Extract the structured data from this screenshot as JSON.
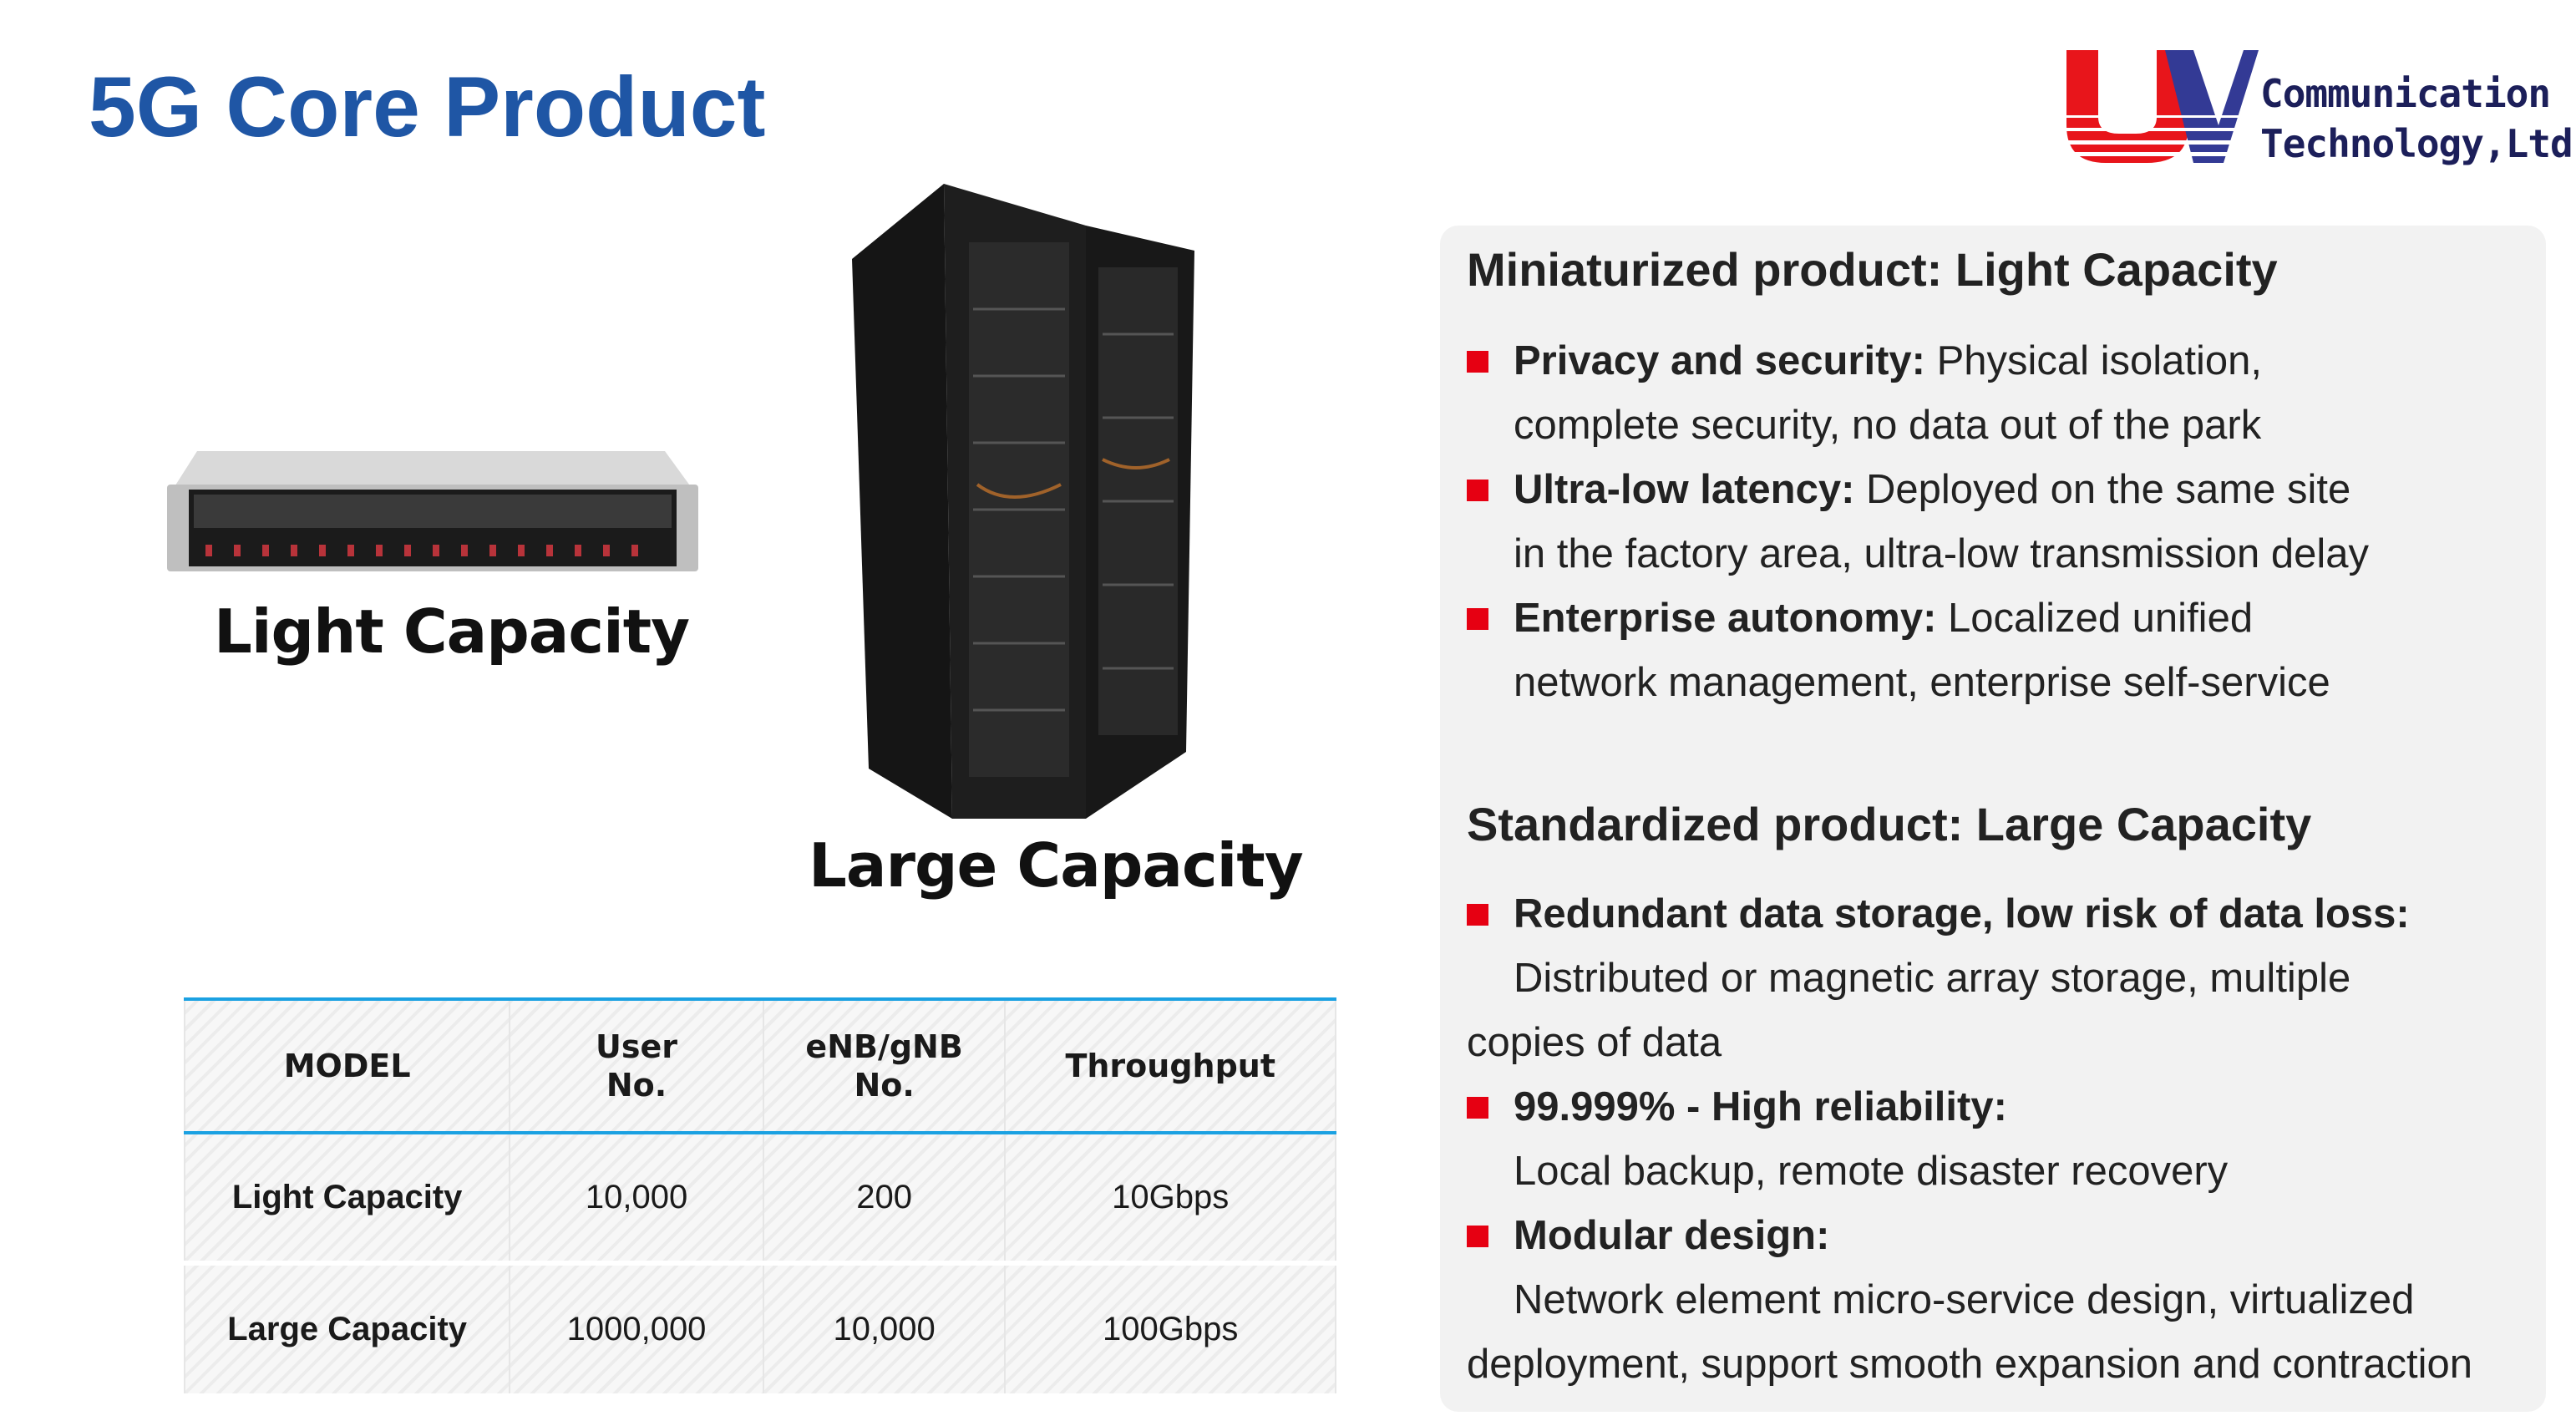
{
  "title": "5G Core Product",
  "logo": {
    "text_line1": "Communication",
    "text_line2": "Technology,Ltd.",
    "mark": "UV"
  },
  "products": {
    "light_label": "Light Capacity",
    "large_label": "Large Capacity"
  },
  "table": {
    "headers": [
      "MODEL",
      "User No.",
      "eNB/gNB No.",
      "Throughput"
    ],
    "rows": [
      [
        "Light Capacity",
        "10,000",
        "200",
        "10Gbps"
      ],
      [
        "Large Capacity",
        "1000,000",
        "10,000",
        "100Gbps"
      ]
    ]
  },
  "panel": {
    "light": {
      "heading": "Miniaturized product: Light Capacity",
      "items": [
        {
          "bold": "Privacy and security:",
          "text": " Physical isolation,",
          "cont": "complete security, no data out of the park"
        },
        {
          "bold": "Ultra-low latency:",
          "text": " Deployed on the same site",
          "cont": "in the factory area, ultra-low transmission delay"
        },
        {
          "bold": "Enterprise autonomy:",
          "text": " Localized unified",
          "cont": "network management, enterprise self-service"
        }
      ]
    },
    "large": {
      "heading": "Standardized product: Large Capacity",
      "items": [
        {
          "bold": "Redundant data storage, low risk of data loss:",
          "cont": "Distributed or magnetic array storage, multiple",
          "cont2": "copies of data"
        },
        {
          "bold": "99.999% - High reliability:",
          "cont": "Local backup, remote disaster recovery"
        },
        {
          "bold": "Modular design:",
          "cont": "Network element micro-service design, virtualized",
          "cont2": "deployment, support smooth expansion and contraction"
        }
      ]
    }
  },
  "colors": {
    "title": "#1f56a5",
    "bullet": "#e60012",
    "table_rule": "#1ba1e2",
    "panel": "#f2f2f2"
  }
}
